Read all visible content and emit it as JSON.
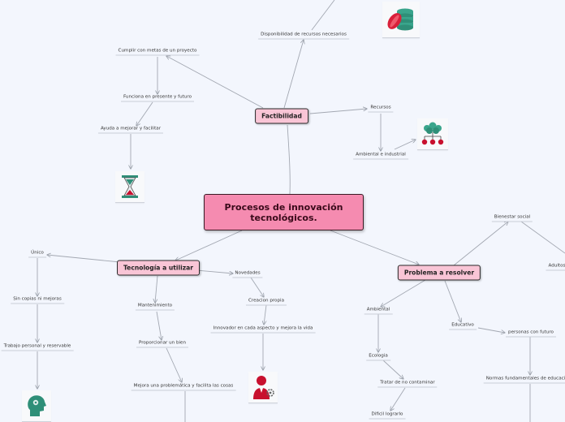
{
  "root": {
    "line1": "Procesos de innovación",
    "line2": "tecnológicos."
  },
  "branches": {
    "factibilidad": "Factibilidad",
    "tecnologia": "Tecnología a utilizar",
    "problema": "Problema a resolver"
  },
  "nodes": {
    "disponibilidad": "Disponibilidad de recursos necesarios",
    "cumplir": "Cumplir con metas de un proyecto",
    "funciona": "Funciona en presente y futuro",
    "ayuda": "Ayuda a mejorar y facilitar",
    "recursos": "Recursos",
    "ambiental_industrial": "Ambiental e industrial",
    "unico": "Único",
    "sin_copias": "Sin copias ni mejoras",
    "trabajo": "Trabajo personal y reservable",
    "mantenimiento": "Mantenimiento",
    "proporcionar": "Proporcionar un bien",
    "mejora": "Mejora una problemática y facilita las cosas",
    "novedades": "Novedades",
    "creacion": "Creacion propia",
    "innovador": "Innovador en cada aspecto y mejora la vida",
    "bienestar": "Bienestar social",
    "adultos": "Adultos",
    "ambiental": "Ambiental",
    "ecologia": "Ecologia",
    "tratar": "Tratar de no contaminar",
    "dificil": "Dificil lograrlo",
    "educativo": "Educativo",
    "personas": "personas con futuro",
    "normas": "Normas fundamentales de educacion"
  },
  "icons": {
    "database": "database-icon",
    "tree": "tree-network-icon",
    "hourglass": "hourglass-icon",
    "person_gear": "person-gear-icon",
    "head": "head-profile-icon"
  },
  "colors": {
    "background": "#f3f6fd",
    "root_fill": "#f58bb0",
    "branch_fill": "#f9c5d6",
    "connector": "#9aa0aa"
  }
}
